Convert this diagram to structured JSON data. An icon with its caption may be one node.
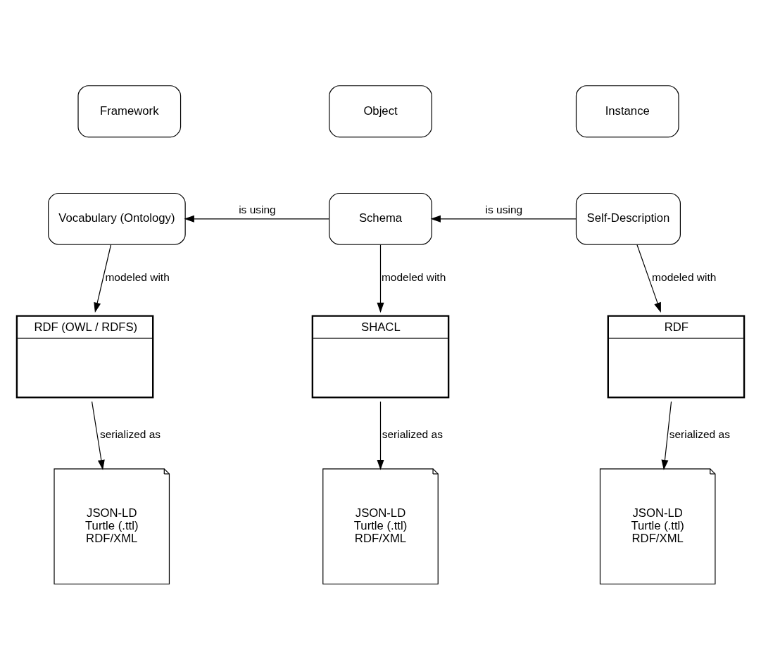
{
  "diagram": {
    "nodes": [
      {
        "text": [
          "Framework"
        ]
      },
      {
        "text": [
          "Object"
        ]
      },
      {
        "text": [
          "Instance"
        ]
      },
      {
        "text": [
          "Vocabulary (Ontology)"
        ]
      },
      {
        "text": [
          "Schema"
        ]
      },
      {
        "text": [
          "Self-Description"
        ]
      },
      {
        "text": [
          "RDF (OWL / RDFS)"
        ]
      },
      {
        "text": [
          "SHACL"
        ]
      },
      {
        "text": [
          "RDF"
        ]
      },
      {
        "text": [
          "JSON-LD",
          "Turtle (.ttl)",
          "RDF/XML"
        ]
      },
      {
        "text": [
          "JSON-LD",
          "Turtle (.ttl)",
          "RDF/XML"
        ]
      },
      {
        "text": [
          "JSON-LD",
          "Turtle (.ttl)",
          "RDF/XML"
        ]
      }
    ],
    "edges": [
      {
        "from": 4,
        "to": 3,
        "arrow": "to",
        "label": "is using"
      },
      {
        "from": 5,
        "to": 4,
        "arrow": "to",
        "label": "is using"
      },
      {
        "from": 3,
        "to": 6,
        "arrow": "to",
        "label": "modeled with"
      },
      {
        "from": 4,
        "to": 7,
        "arrow": "to",
        "label": "modeled with"
      },
      {
        "from": 5,
        "to": 8,
        "arrow": "to",
        "label": "modeled with"
      },
      {
        "from": 6,
        "to": 9,
        "arrow": "to",
        "label": "serialized as"
      },
      {
        "from": 7,
        "to": 10,
        "arrow": "to",
        "label": "serialized as"
      },
      {
        "from": 8,
        "to": 11,
        "arrow": "to",
        "label": "serialized as"
      }
    ]
  }
}
